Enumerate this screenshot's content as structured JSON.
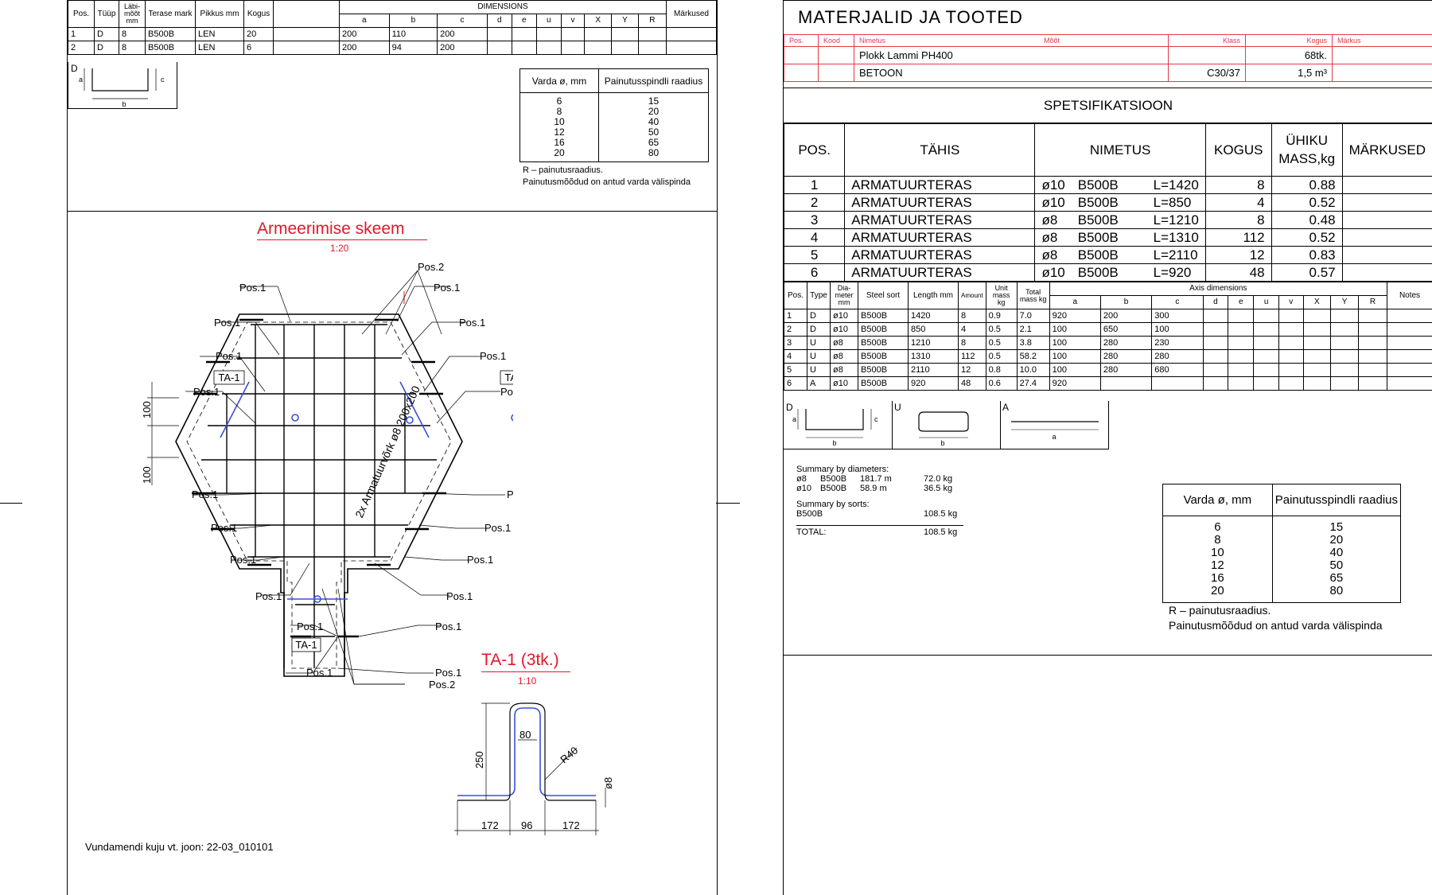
{
  "left": {
    "bar_table": {
      "headers": [
        "Pos.",
        "Tüüp",
        "Läbi-mõõt mm",
        "Terase mark",
        "Pikkus mm",
        "Kogus",
        "DIMENSIONS",
        "Märkused"
      ],
      "dim_headers": [
        "a",
        "b",
        "c",
        "d",
        "e",
        "u",
        "v",
        "X",
        "Y",
        "R"
      ],
      "rows": [
        [
          "1",
          "D",
          "8",
          "B500B",
          "LEN",
          "20",
          "200",
          "110",
          "200"
        ],
        [
          "2",
          "D",
          "8",
          "B500B",
          "LEN",
          "6",
          "200",
          "94",
          "200"
        ]
      ]
    },
    "shape_d": {
      "label": "D",
      "a": "a",
      "b": "b",
      "c": "c"
    },
    "radius_table": {
      "col1": "Varda ø, mm",
      "col2": "Painutusspindli raadius",
      "diameters": [
        "6",
        "8",
        "10",
        "12",
        "16",
        "20"
      ],
      "radii": [
        "15",
        "20",
        "40",
        "50",
        "65",
        "80"
      ],
      "note1": "R – painutusraadius.",
      "note2": "Painutusmõõdud on antud varda välispinda"
    },
    "scheme": {
      "title": "Armeerimise skeem",
      "scale": "1:20",
      "pos1": "Pos.1",
      "pos2": "Pos.2",
      "ta1": "TA-1",
      "mesh_label": "2x Armatuurvõrk ø8 200x200",
      "dim_100": "100"
    },
    "ta_detail": {
      "title": "TA-1 (3tk.)",
      "scale": "1:10",
      "d250": "250",
      "d80": "80",
      "r40": "R40",
      "dia": "ø8",
      "d172a": "172",
      "d96": "96",
      "d172b": "172"
    },
    "footer_note": "Vundamendi kuju vt. joon: 22-03_010101"
  },
  "right": {
    "materials": {
      "title": "MATERJALID JA TOOTED",
      "headers": [
        "Pos.",
        "Kood",
        "Nimetus",
        "Mõõt",
        "Klass",
        "Kogus",
        "Märkus"
      ],
      "rows": [
        {
          "name": "Plokk Lammi PH400",
          "klass": "",
          "kogus": "68tk."
        },
        {
          "name": "BETOON",
          "klass": "C30/37",
          "kogus": "1,5 m³"
        }
      ]
    },
    "spec": {
      "title": "SPETSIFIKATSIOON",
      "headers": [
        "POS.",
        "TÄHIS",
        "NIMETUS",
        "KOGUS",
        "ÜHIKU MASS,kg",
        "MÄRKUSED"
      ],
      "rows": [
        {
          "pos": "1",
          "tahis": "ARMATUURTERAS",
          "dia": "ø10",
          "grade": "B500B",
          "len": "L=1420",
          "kogus": "8",
          "mass": "0.88"
        },
        {
          "pos": "2",
          "tahis": "ARMATUURTERAS",
          "dia": "ø10",
          "grade": "B500B",
          "len": "L=850",
          "kogus": "4",
          "mass": "0.52"
        },
        {
          "pos": "3",
          "tahis": "ARMATUURTERAS",
          "dia": "ø8",
          "grade": "B500B",
          "len": "L=1210",
          "kogus": "8",
          "mass": "0.48"
        },
        {
          "pos": "4",
          "tahis": "ARMATUURTERAS",
          "dia": "ø8",
          "grade": "B500B",
          "len": "L=1310",
          "kogus": "112",
          "mass": "0.52"
        },
        {
          "pos": "5",
          "tahis": "ARMATUURTERAS",
          "dia": "ø8",
          "grade": "B500B",
          "len": "L=2110",
          "kogus": "12",
          "mass": "0.83"
        },
        {
          "pos": "6",
          "tahis": "ARMATUURTERAS",
          "dia": "ø10",
          "grade": "B500B",
          "len": "L=920",
          "kogus": "48",
          "mass": "0.57"
        }
      ]
    },
    "bar_table": {
      "headers": [
        "Pos.",
        "Type",
        "Dia-meter mm",
        "Steel sort",
        "Length mm",
        "Amount",
        "Unit mass kg",
        "Total mass kg",
        "Axis dimensions",
        "Notes"
      ],
      "dim_headers": [
        "a",
        "b",
        "c",
        "d",
        "e",
        "u",
        "v",
        "X",
        "Y",
        "R"
      ],
      "rows": [
        [
          "1",
          "D",
          "ø10",
          "B500B",
          "1420",
          "8",
          "0.9",
          "7.0",
          "920",
          "200",
          "300"
        ],
        [
          "2",
          "D",
          "ø10",
          "B500B",
          "850",
          "4",
          "0.5",
          "2.1",
          "100",
          "650",
          "100"
        ],
        [
          "3",
          "U",
          "ø8",
          "B500B",
          "1210",
          "8",
          "0.5",
          "3.8",
          "100",
          "280",
          "230"
        ],
        [
          "4",
          "U",
          "ø8",
          "B500B",
          "1310",
          "112",
          "0.5",
          "58.2",
          "100",
          "280",
          "280"
        ],
        [
          "5",
          "U",
          "ø8",
          "B500B",
          "2110",
          "12",
          "0.8",
          "10.0",
          "100",
          "280",
          "680"
        ],
        [
          "6",
          "A",
          "ø10",
          "B500B",
          "920",
          "48",
          "0.6",
          "27.4",
          "920",
          "",
          ""
        ]
      ]
    },
    "shapes": {
      "d": "D",
      "u": "U",
      "a_shape": "A",
      "la": "a",
      "lb": "b",
      "lc": "c"
    },
    "summary": {
      "by_diam_title": "Summary by diameters:",
      "diam_rows": [
        [
          "ø8",
          "B500B",
          "181.7 m",
          "72.0 kg"
        ],
        [
          "ø10",
          "B500B",
          "58.9 m",
          "36.5 kg"
        ]
      ],
      "by_sort_title": "Summary by sorts:",
      "sort_row": [
        "B500B",
        "108.5 kg"
      ],
      "total_row": [
        "TOTAL:",
        "108.5 kg"
      ]
    },
    "radius_table": {
      "col1": "Varda ø, mm",
      "col2": "Painutusspindli raadius",
      "diameters": [
        "6",
        "8",
        "10",
        "12",
        "16",
        "20"
      ],
      "radii": [
        "15",
        "20",
        "40",
        "50",
        "65",
        "80"
      ],
      "note1": "R – painutusraadius.",
      "note2": "Painutusmõõdud on antud varda välispinda"
    }
  }
}
